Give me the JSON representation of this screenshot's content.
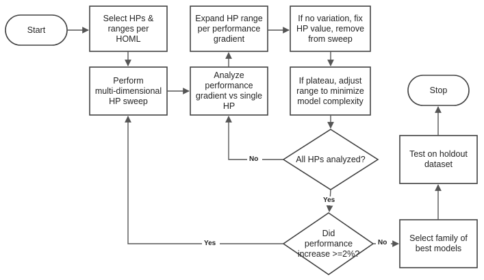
{
  "nodes": {
    "start": "Start",
    "select_hps": "Select HPs &\nranges per\nHOML",
    "perform_sweep": "Perform\nmulti-dimensional\nHP sweep",
    "analyze": "Analyze\nperformance\ngradient vs single\nHP",
    "expand": "Expand HP range\nper performance\ngradient",
    "no_variation": "If no variation, fix\nHP value, remove\nfrom sweep",
    "plateau": "If plateau, adjust\nrange to minimize\nmodel complexity",
    "all_analyzed": "All HPs analyzed?",
    "did_increase": "Did\nperformance\nincrease >=2%?",
    "select_family": "Select family of\nbest models",
    "test_holdout": "Test on holdout\ndataset",
    "stop": "Stop"
  },
  "edge_labels": {
    "all_no": "No",
    "all_yes": "Yes",
    "increase_yes": "Yes",
    "increase_no": "No"
  },
  "colors": {
    "stroke": "#404040",
    "fill": "#ffffff",
    "text": "#222222"
  }
}
